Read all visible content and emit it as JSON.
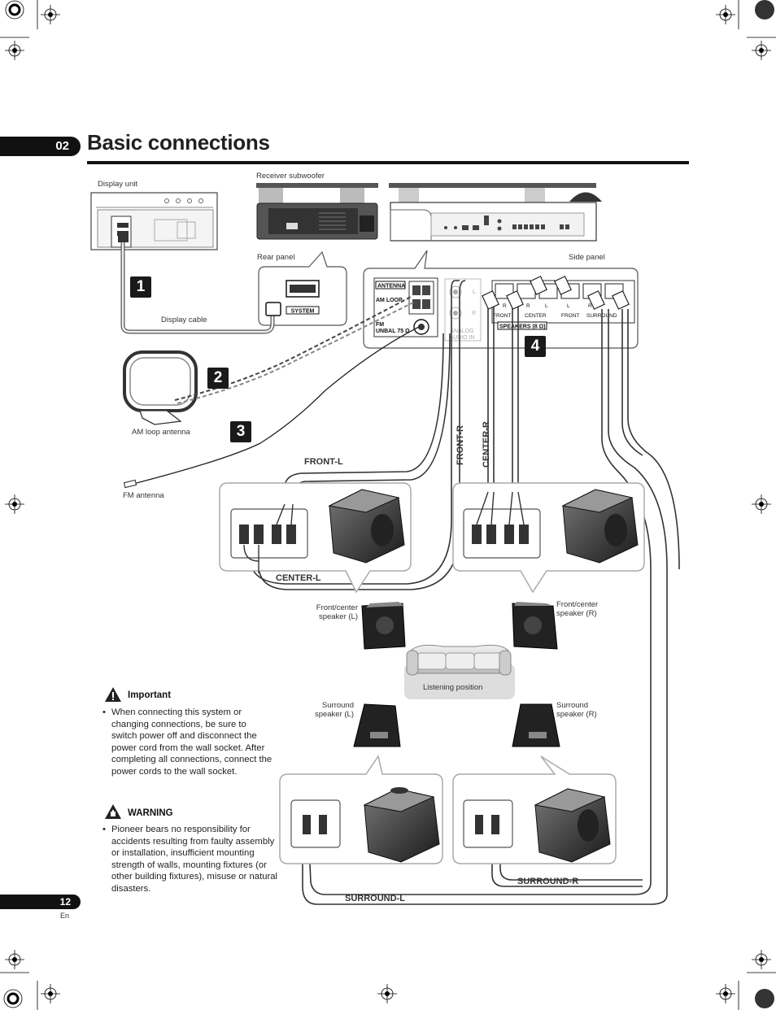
{
  "header": {
    "chapter_number": "02",
    "title": "Basic connections"
  },
  "diagram": {
    "labels": {
      "display_unit": "Display unit",
      "receiver_subwoofer": "Receiver subwoofer",
      "rear_panel": "Rear panel",
      "side_panel": "Side panel",
      "display_cable": "Display cable",
      "am_loop_antenna": "AM loop antenna",
      "fm_antenna": "FM antenna",
      "front_center_speaker_l_line1": "Front/center",
      "front_center_speaker_l_line2": "speaker (L)",
      "front_center_speaker_r_line1": "Front/center",
      "front_center_speaker_r_line2": "speaker (R)",
      "surround_speaker_l_line1": "Surround",
      "surround_speaker_l_line2": "speaker (L)",
      "surround_speaker_r_line1": "Surround",
      "surround_speaker_r_line2": "speaker (R)",
      "listening_position": "Listening position"
    },
    "cable_labels": {
      "front_l": "FRONT-L",
      "center_l": "CENTER-L",
      "front_r": "FRONT-R",
      "center_r": "CENTER-R",
      "surround_l": "SURROUND-L",
      "surround_r": "SURROUND-R"
    },
    "panel_text": {
      "system": "SYSTEM",
      "antenna": "ANTENNA",
      "am_loop": "AM LOOP",
      "fm": "FM",
      "unbal": "UNBAL 75 Ω",
      "analog_audio_in_1": "ANALOG",
      "analog_audio_in_2": "AUDIO IN",
      "l": "L",
      "r": "R",
      "front": "FRONT",
      "center": "CENTER",
      "surround": "SURROUND",
      "speakers": "SPEAKERS (8 Ω)"
    },
    "steps": [
      "1",
      "2",
      "3",
      "4"
    ]
  },
  "notices": {
    "important": {
      "heading": "Important",
      "text": "When connecting this system or changing connections, be sure to switch power off and disconnect the power cord from the wall socket. After completing all connections, connect the power cords to the wall socket."
    },
    "warning": {
      "heading": "WARNING",
      "text": "Pioneer bears no responsibility for accidents resulting from faulty assembly or installation, insufficient mounting strength of walls, mounting fixtures (or other building fixtures), misuse or natural disasters."
    }
  },
  "footer": {
    "page_number": "12",
    "language": "En"
  }
}
